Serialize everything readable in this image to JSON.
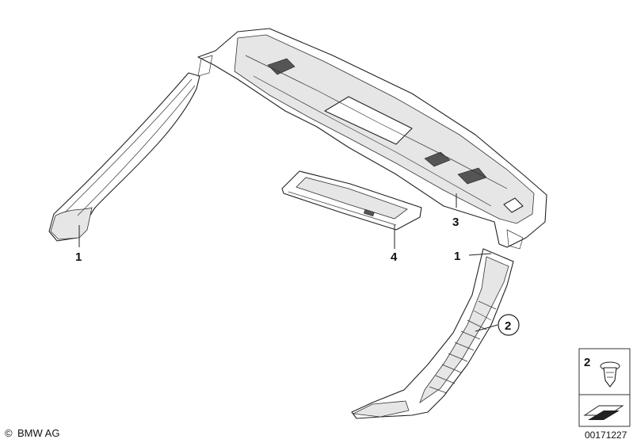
{
  "callouts": {
    "c1_left": "1",
    "c1_right": "1",
    "c2": "2",
    "c3": "3",
    "c4": "4"
  },
  "legend": {
    "number": "2"
  },
  "footer": {
    "copyright_symbol": "©",
    "brand": "BMW AG",
    "diagram_id": "00171227"
  }
}
